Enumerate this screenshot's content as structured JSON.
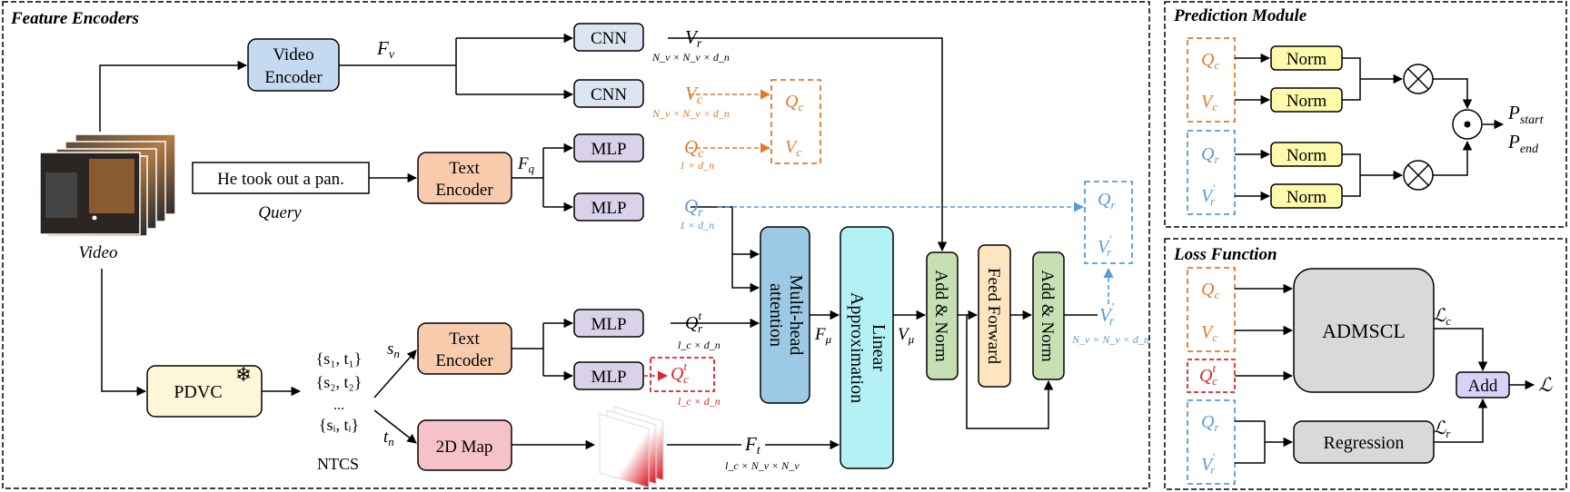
{
  "panels": {
    "feature_encoders": "Feature Encoders",
    "prediction_module": "Prediction Module",
    "loss_function": "Loss Function"
  },
  "labels": {
    "video": "Video",
    "query": "Query",
    "query_text": "He took out a pan.",
    "ntcs": "NTCS",
    "ellipsis": "..."
  },
  "blocks": {
    "video_encoder": [
      "Video",
      "Encoder"
    ],
    "text_encoder": [
      "Text",
      "Encoder"
    ],
    "cnn": "CNN",
    "mlp": "MLP",
    "pdvc": "PDVC",
    "map2d": "2D Map",
    "mha": [
      "Multi-head",
      "attention"
    ],
    "linear": [
      "Linear",
      "Approximation"
    ],
    "addnorm": "Add & Norm",
    "feedforward": "Feed Forward",
    "norm": "Norm",
    "admscl": "ADMSCL",
    "regression": "Regression",
    "add": "Add"
  },
  "symbols": {
    "Fv": "F",
    "Fv_sub": "v",
    "Fq": "F",
    "Fq_sub": "q",
    "Fmu": "F",
    "Fmu_sub": "μ",
    "Vmu": "V",
    "Vmu_sub": "μ",
    "Ft": "F",
    "Ft_sub": "t",
    "Vr": "V",
    "Vr_sub": "r",
    "Vc": "V",
    "Vc_sub": "c",
    "Qc": "Q",
    "Qc_sub": "c",
    "Qr": "Q",
    "Qr_sub": "r",
    "Qrt": "Q",
    "Qrt_sub": "r",
    "Qrt_sup": "t",
    "Qct": "Q",
    "Qct_sub": "c",
    "Qct_sup": "t",
    "Vrp": "V",
    "Vrp_sub": "r",
    "Vrp_sup": "′",
    "sn": "s",
    "sn_sub": "n",
    "tn": "t",
    "tn_sub": "n",
    "pstart": "P",
    "pstart_sub": "start",
    "pend": "P",
    "pend_sub": "end",
    "Lc": "ℒ",
    "Lc_sub": "c",
    "Lr": "ℒ",
    "Lr_sub": "r",
    "L": "ℒ"
  },
  "dims": {
    "vr": "N_v × N_v × d_n",
    "qc": "1 × d_n",
    "qr": "1 × d_n",
    "qrt": "l_c × d_n",
    "qct": "l_c × d_n",
    "ft": "l_c × N_v × N_v",
    "vrp": "N_v × N_v × d_n"
  },
  "captions": [
    "{s₁, t₁}",
    "{s₂, t₂}",
    "{sᵢ, tᵢ}"
  ],
  "colors": {
    "video_encoder": "#c5d9f1",
    "text_encoder": "#f8cbad",
    "cnn": "#dce6f2",
    "mlp": "#d9d2e9",
    "pdvc": "#fdf6d8",
    "map2d": "#f4c2c8",
    "mha": "#9ccae4",
    "linear": "#b4f1f5",
    "addnorm": "#c6e0b4",
    "feedforward": "#fde5c0",
    "norm": "#fdfbab",
    "admscl": "#d9d9d9",
    "regression": "#d9d9d9",
    "add": "#d9d2f7",
    "orange": "#e07b2c",
    "blue": "#5b9bd5",
    "red": "#d9262b"
  }
}
